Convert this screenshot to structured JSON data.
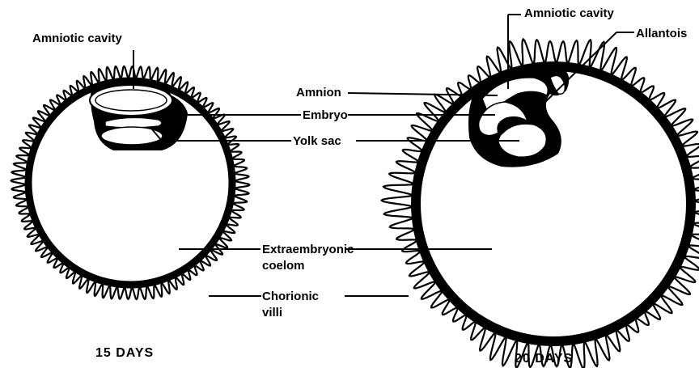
{
  "labels": {
    "amniotic_cavity_left": "Amniotic cavity",
    "amniotic_cavity_right": "Amniotic cavity",
    "allantois": "Allantois",
    "amnion": "Amnion",
    "embryo": "Embryo",
    "yolk_sac": "Yolk sac",
    "extraembryonic_line1": "Extraembryonic",
    "extraembryonic_line2": "coelom",
    "chorionic_line1": "Chorionic",
    "chorionic_line2": "villi"
  },
  "captions": {
    "left": "15 DAYS",
    "right": "20 DAYS"
  }
}
